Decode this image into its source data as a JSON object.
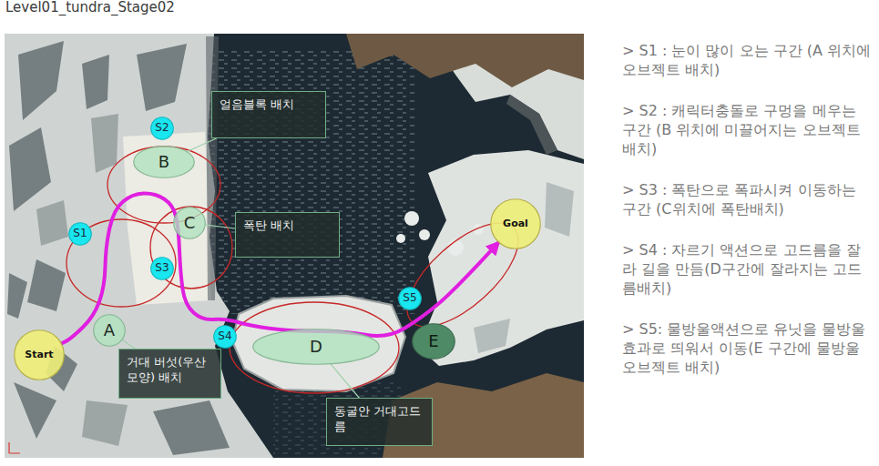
{
  "diagram": {
    "title": "Level01_tundra_Stage02",
    "nodes": [
      {
        "text": [
          "S2"
        ]
      },
      {
        "text": [
          "얼음블록 배치"
        ]
      },
      {
        "text": [
          "B"
        ]
      },
      {
        "text": [
          "C"
        ]
      },
      {
        "text": [
          "폭탄 배치"
        ]
      },
      {
        "text": [
          "Goal"
        ]
      },
      {
        "text": [
          "S1"
        ]
      },
      {
        "text": [
          "S3"
        ]
      },
      {
        "text": [
          "S5"
        ]
      },
      {
        "text": [
          "Start"
        ]
      },
      {
        "text": [
          "A"
        ]
      },
      {
        "text": [
          "S4"
        ]
      },
      {
        "text": [
          "D"
        ]
      },
      {
        "text": [
          "E"
        ]
      },
      {
        "text": [
          "거대 버섯(우산모양) 배치"
        ]
      },
      {
        "text": [
          "동굴안 거대고드름"
        ]
      }
    ],
    "edges": [
      {
        "from": 9,
        "to": 5,
        "arrow": "to"
      },
      {
        "from": 1,
        "to": 2,
        "arrow": "none"
      },
      {
        "from": 4,
        "to": 3,
        "arrow": "none"
      },
      {
        "from": 14,
        "to": 10,
        "arrow": "none"
      },
      {
        "from": 15,
        "to": 12,
        "arrow": "none"
      }
    ],
    "labels": [
      "> S1 : 눈이 많이 오는 구간 (A 위치에 오브젝트 배치)",
      "> S2 : 캐릭터충돌로 구멍을 메우는 구간 (B 위치에 미끌어지는 오브젝트 배치)",
      "> S3 : 폭탄으로 폭파시켜 이동하는 구간 (C위치에 폭탄배치)",
      "> S4 : 자르기 액션으로 고드름을 잘라 길을 만듬(D구간에 잘라지는 고드름배치)",
      "> S5: 물방울액션으로 유닛을 물방울효과로 띄워서 이동(E 구간에 물방울 오브젝트 배치)"
    ]
  }
}
